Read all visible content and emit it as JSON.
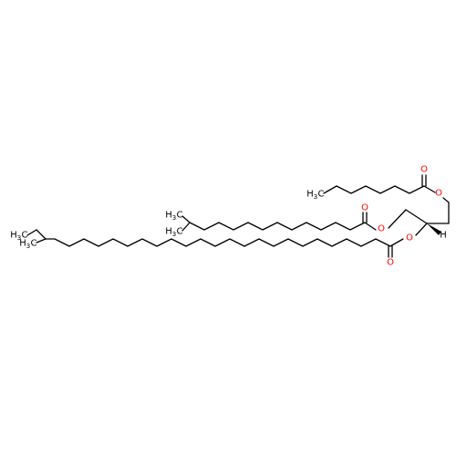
{
  "structure": {
    "atoms": {
      "o_ester_top": "O",
      "o_carbonyl_top": "O",
      "o_ester_mid": "O",
      "o_carbonyl_mid": "O",
      "o_ester_low": "O",
      "o_carbonyl_low": "O",
      "stereo_h": "H",
      "ch3_top_main": "H",
      "ch3_top_sub": "3",
      "ch3_top_c": "C",
      "ch3_mid_a_main": "H",
      "ch3_mid_a_sub": "3",
      "ch3_mid_a_c": "C",
      "ch3_mid_b_main": "H",
      "ch3_mid_b_sub": "3",
      "ch3_mid_b_c": "C",
      "ch3_low_a_main": "H",
      "ch3_low_a_sub": "3",
      "ch3_low_a_c": "C",
      "ch3_low_b_main": "H",
      "ch3_low_b_sub": "3",
      "ch3_low_b_c": "C"
    },
    "colors": {
      "bond": "#000000",
      "oxygen": "#ff0000",
      "carbon_label": "#000000"
    }
  }
}
